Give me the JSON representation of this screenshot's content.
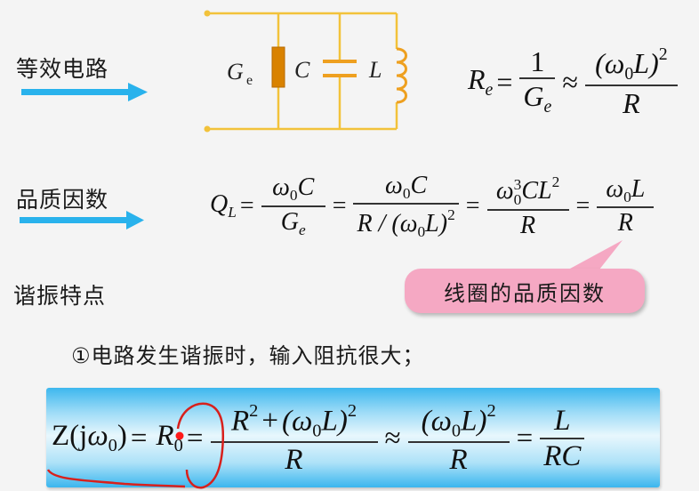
{
  "sections": {
    "equivalent_circuit": {
      "label": "等效电路",
      "arrow_color": "#29b2ec",
      "circuit": {
        "wire_color": "#f2c23a",
        "component_color": "#e08a00",
        "components": [
          {
            "name": "Ge",
            "symbol": "G",
            "subscript": "e",
            "type": "conductance"
          },
          {
            "name": "C",
            "symbol": "C",
            "type": "capacitor"
          },
          {
            "name": "L",
            "symbol": "L",
            "type": "inductor"
          }
        ]
      },
      "formula": {
        "lhs": "R",
        "lhs_sub": "e",
        "eq": "=",
        "frac1_num": "1",
        "frac1_den": "G",
        "frac1_den_sub": "e",
        "approx": "≈",
        "frac2_num_open": "(ω",
        "frac2_num_sub": "0",
        "frac2_num_close": "L)",
        "frac2_num_sup": "2",
        "frac2_den": "R"
      }
    },
    "quality_factor": {
      "label": "品质因数",
      "arrow_color": "#29b2ec",
      "formula": {
        "lhs": "Q",
        "lhs_sub": "L",
        "t1_num": "ω",
        "t1_num_sub": "0",
        "t1_num_tail": "C",
        "t1_den": "G",
        "t1_den_sub": "e",
        "t2_num": "ω",
        "t2_num_sub": "0",
        "t2_num_tail": "C",
        "t2_den_a": "R / (ω",
        "t2_den_sub": "0",
        "t2_den_b": "L)",
        "t2_den_sup": "2",
        "t3_num": "ω",
        "t3_num_sub": "0",
        "t3_num_sup": "3",
        "t3_num_tail": "CL",
        "t3_num_tail_sup": "2",
        "t3_den": "R",
        "t4_num": "ω",
        "t4_num_sub": "0",
        "t4_num_tail": "L",
        "t4_den": "R",
        "eq": "="
      },
      "callout": {
        "text": "线圈的品质因数",
        "color": "#f5a8c3"
      }
    },
    "resonance_features": {
      "label": "谐振特点",
      "point1": "①电路发生谐振时，输入阻抗很大；",
      "boxed_formula": {
        "lhs_a": "Z(j",
        "lhs_omega": "ω",
        "lhs_sub": "0",
        "lhs_b": ")",
        "eq": "=",
        "r0": "R",
        "r0_sub": "0",
        "f1_num_a": "R",
        "f1_num_a_sup": "2",
        "f1_num_plus": "+",
        "f1_num_b": "(ω",
        "f1_num_b_sub": "0",
        "f1_num_c": "L)",
        "f1_num_c_sup": "2",
        "f1_den": "R",
        "approx": "≈",
        "f2_num_a": "(ω",
        "f2_num_sub": "0",
        "f2_num_b": "L)",
        "f2_num_sup": "2",
        "f2_den": "R",
        "f3_num": "L",
        "f3_den": "RC"
      },
      "annotation_color": "#d8201c"
    }
  }
}
